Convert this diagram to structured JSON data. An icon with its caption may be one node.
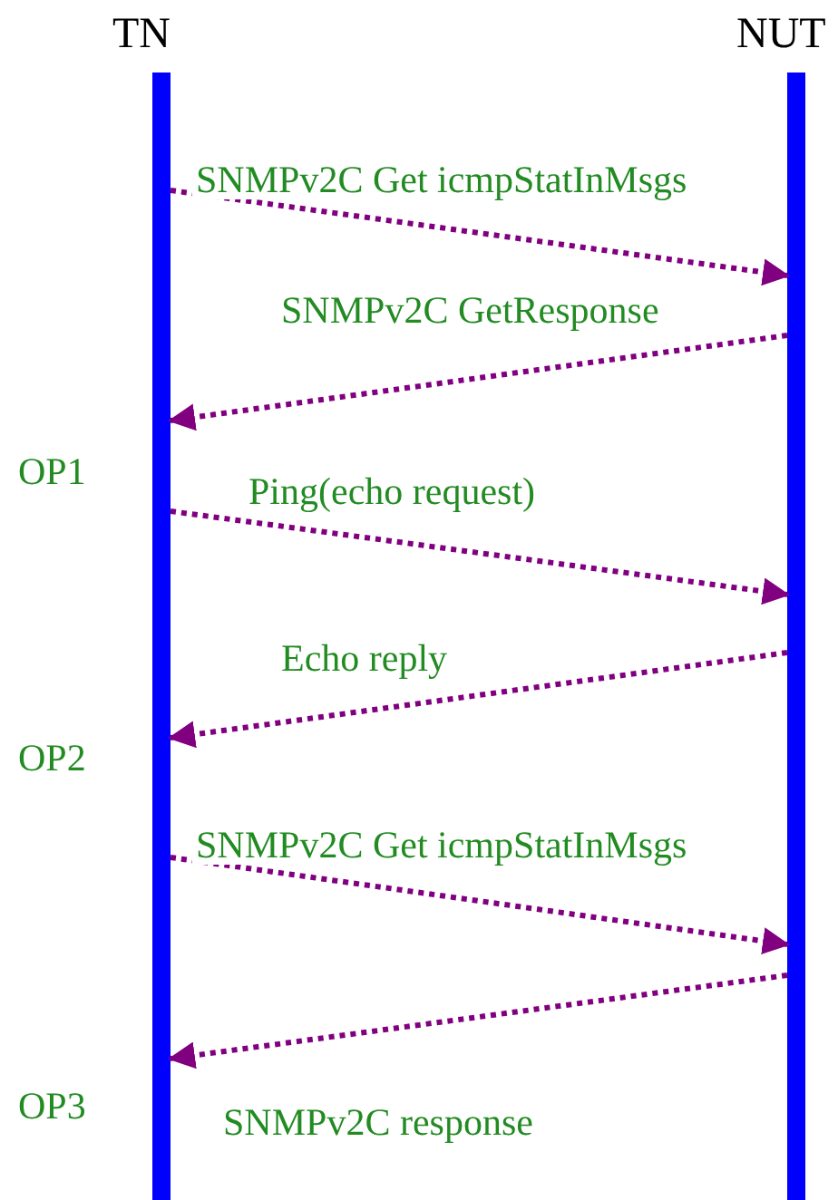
{
  "diagram": {
    "nodes": [
      {
        "text": [
          "TN"
        ]
      },
      {
        "text": [
          "NUT"
        ]
      }
    ],
    "edges": [
      {
        "from": 0,
        "to": 1,
        "arrow": "to",
        "label": "SNMPv2C Get icmpStatInMsgs"
      },
      {
        "from": 1,
        "to": 0,
        "arrow": "to",
        "label": "SNMPv2C GetResponse"
      },
      {
        "from": 0,
        "to": 1,
        "arrow": "to",
        "label": "Ping(echo request)"
      },
      {
        "from": 1,
        "to": 0,
        "arrow": "to",
        "label": "Echo reply"
      },
      {
        "from": 0,
        "to": 1,
        "arrow": "to",
        "label": "SNMPv2C Get icmpStatInMsgs"
      },
      {
        "from": 1,
        "to": 0,
        "arrow": "to",
        "label": "SNMPv2C response"
      }
    ],
    "labels": [
      "OP1",
      "OP2",
      "OP3"
    ]
  }
}
